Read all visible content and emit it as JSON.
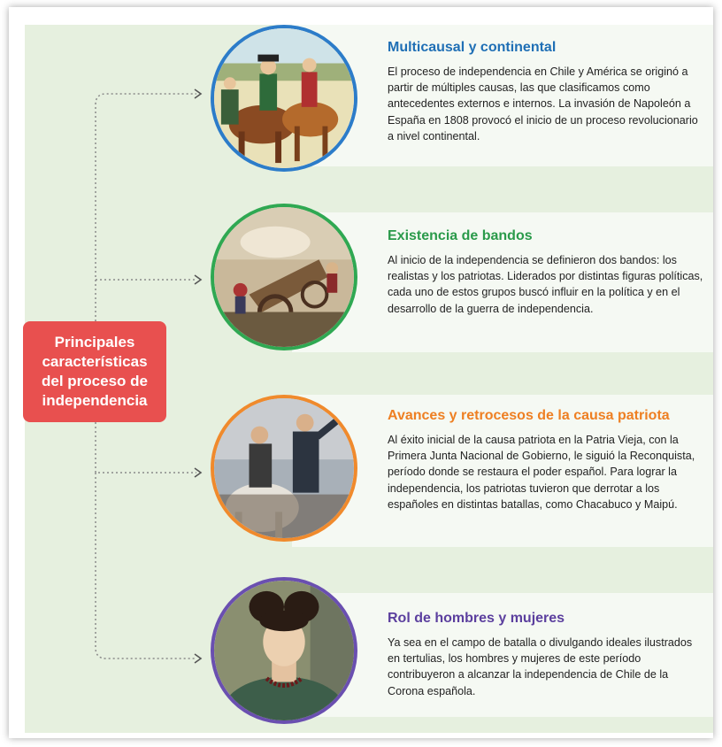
{
  "main_label": "Principales características del proceso de independencia",
  "items": [
    {
      "title": "Multicausal y continental",
      "color": "#1f6fb5",
      "border": "#2c7cc9",
      "text": "El proceso de independencia en Chile y América se originó a partir de múltiples causas, las que clasificamos como antecedentes externos e internos. La invasión de Napoleón a España en 1808 provocó el inicio de un proceso revolucionario a nivel continental.",
      "image_icon": "napoleon-cavalry-illustration"
    },
    {
      "title": "Existencia de bandos",
      "color": "#2a9a4a",
      "border": "#2fa852",
      "text": "Al inicio de la independencia se definieron dos bandos: los realistas y los patriotas. Liderados por distintas figuras políticas, cada uno de estos grupos buscó influir en la política y en el desarrollo de la guerra de independencia.",
      "image_icon": "battle-scene-painting"
    },
    {
      "title": "Avances y retrocesos de la causa patriota",
      "color": "#ee7f22",
      "border": "#f08a2c",
      "text": "Al éxito inicial de la causa patriota en la Patria Vieja, con la Primera Junta Nacional de Gobierno, le siguió la Reconquista, período donde se restaura el poder español. Para lograr la independencia, los patriotas tuvieron que derrotar a los españoles en distintas batallas, como Chacabuco y Maipú.",
      "image_icon": "patriot-leaders-painting"
    },
    {
      "title": "Rol de hombres y mujeres",
      "color": "#5b3f9e",
      "border": "#6a4fb0",
      "text": "Ya sea en el campo de batalla o divulgando ideales ilustrados en tertulias, los hombres y mujeres de este período contribuyeron a alcanzar la independencia de Chile de la Corona española.",
      "image_icon": "woman-portrait-painting"
    }
  ]
}
